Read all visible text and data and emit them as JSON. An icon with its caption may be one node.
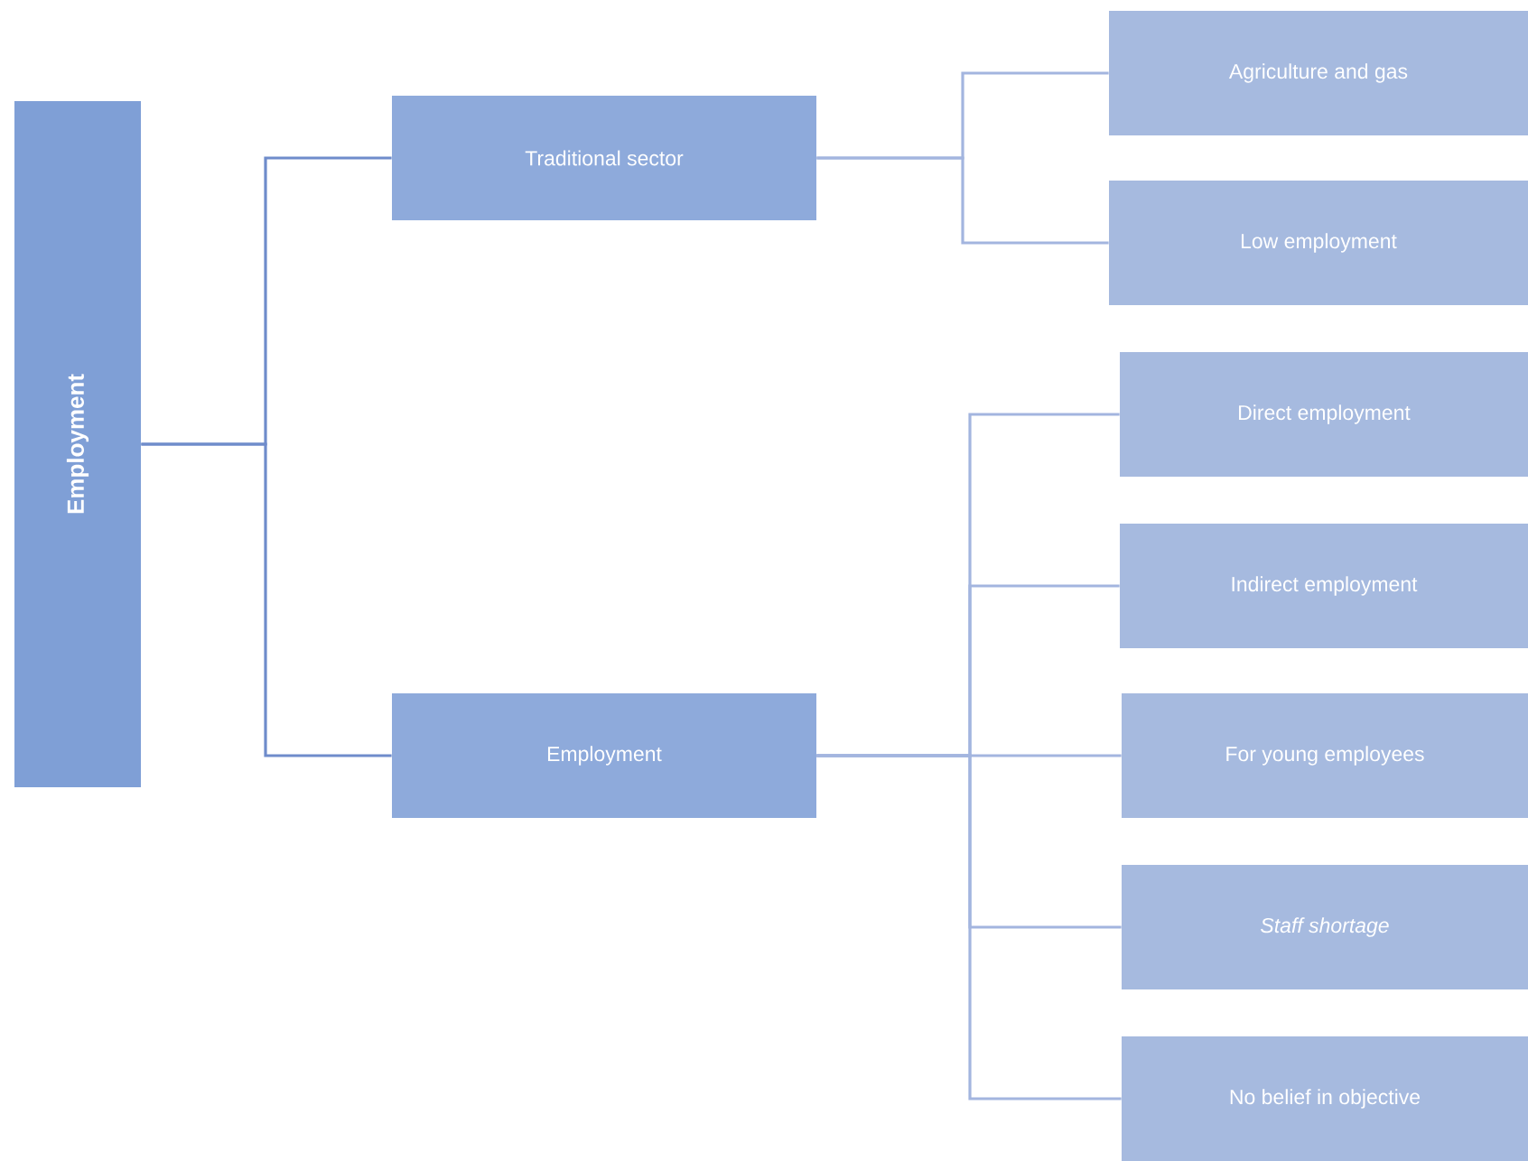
{
  "diagram": {
    "nodes": [
      {
        "text": [
          "Employment"
        ]
      },
      {
        "text": [
          "Traditional sector"
        ]
      },
      {
        "text": [
          "Employment"
        ]
      },
      {
        "text": [
          "Agriculture and gas"
        ]
      },
      {
        "text": [
          "Low employment"
        ]
      },
      {
        "text": [
          "Direct employment"
        ]
      },
      {
        "text": [
          "Indirect employment"
        ]
      },
      {
        "text": [
          "For young employees"
        ]
      },
      {
        "text": [
          "Staff shortage"
        ]
      },
      {
        "text": [
          "No belief in objective"
        ]
      }
    ],
    "edges": [
      {
        "from": 0,
        "to": 1,
        "arrow": "none",
        "color": "#6f8ccb"
      },
      {
        "from": 0,
        "to": 2,
        "arrow": "none",
        "color": "#6f8ccb"
      },
      {
        "from": 1,
        "to": 3,
        "arrow": "none"
      },
      {
        "from": 1,
        "to": 4,
        "arrow": "none"
      },
      {
        "from": 2,
        "to": 5,
        "arrow": "none"
      },
      {
        "from": 2,
        "to": 6,
        "arrow": "none"
      },
      {
        "from": 2,
        "to": 7,
        "arrow": "none"
      },
      {
        "from": 2,
        "to": 8,
        "arrow": "none"
      },
      {
        "from": 2,
        "to": 9,
        "arrow": "none"
      }
    ]
  }
}
